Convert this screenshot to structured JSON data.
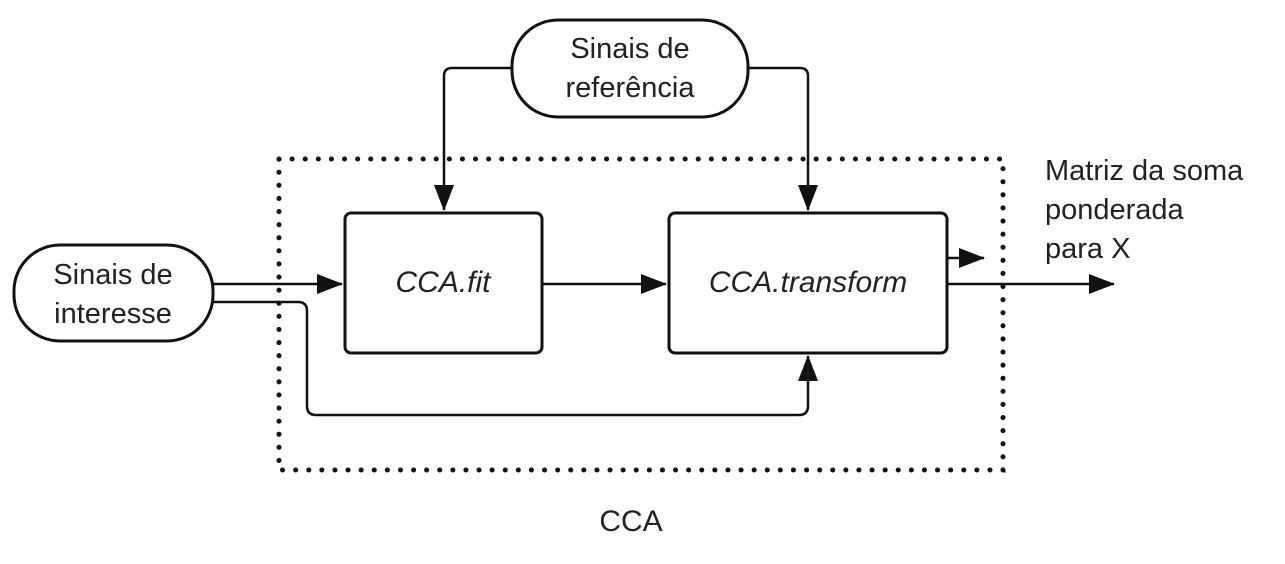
{
  "diagram": {
    "reference_node": {
      "line1": "Sinais de",
      "line2": "referência"
    },
    "interest_node": {
      "line1": "Sinais de",
      "line2": "interesse"
    },
    "fit_block": {
      "label": "CCA.fit"
    },
    "transform_block": {
      "label": "CCA.transform"
    },
    "output_label": {
      "line1": "Matriz da soma",
      "line2": "ponderada",
      "line3": "para X"
    },
    "group_label": "CCA"
  }
}
